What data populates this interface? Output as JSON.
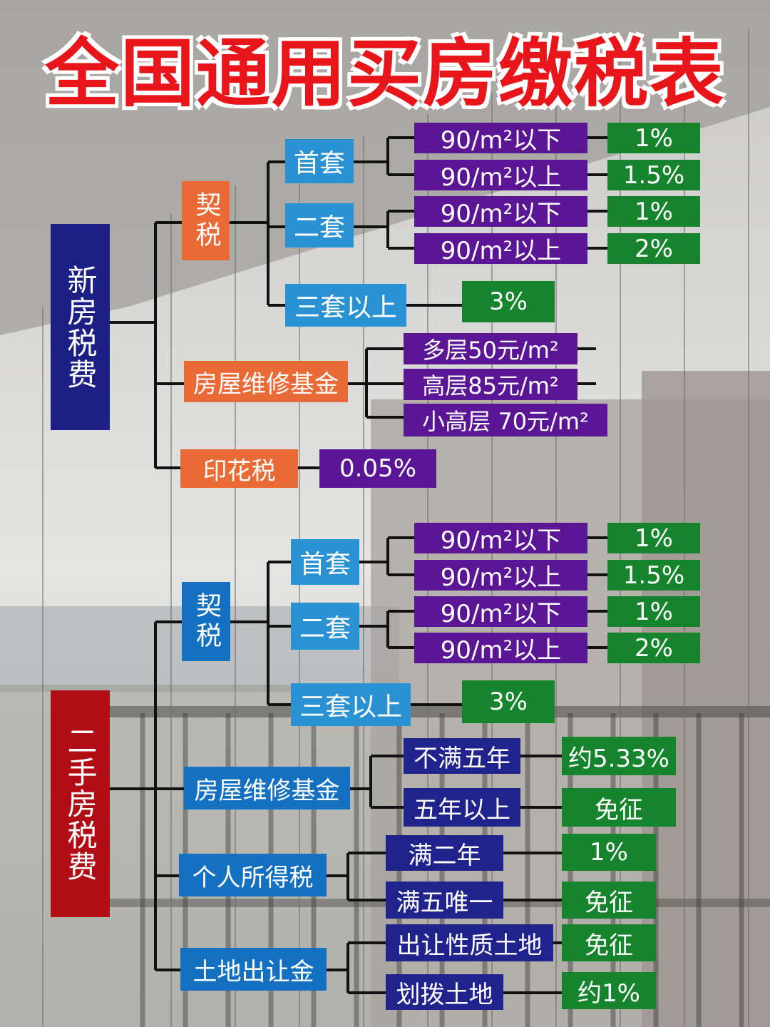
{
  "title": "全国通用买房缴税表",
  "colors": {
    "title": "#e8161b",
    "category_new": "#1c1f84",
    "category_second": "#b10d15",
    "level1_new": "#ea6a35",
    "level1_second": "#1470c1",
    "level2": "#2a92d2",
    "range": "#5b1696",
    "rate": "#15842d",
    "condition": "#21238d"
  },
  "new_house": {
    "label": "新房税费",
    "deed_tax": {
      "label": "契税",
      "first": {
        "label": "首套",
        "items": [
          {
            "range": "90/m²以下",
            "rate": "1%"
          },
          {
            "range": "90/m²以上",
            "rate": "1.5%"
          }
        ]
      },
      "second": {
        "label": "二套",
        "items": [
          {
            "range": "90/m²以下",
            "rate": "1%"
          },
          {
            "range": "90/m²以上",
            "rate": "2%"
          }
        ]
      },
      "third_plus": {
        "label": "三套以上",
        "rate": "3%"
      }
    },
    "maintenance_fund": {
      "label": "房屋维修基金",
      "items": [
        "多层50元/m²",
        "高层85元/m²",
        "小高层 70元/m²"
      ]
    },
    "stamp_tax": {
      "label": "印花税",
      "rate": "0.05%"
    }
  },
  "second_house": {
    "label": "二手房税费",
    "deed_tax": {
      "label": "契税",
      "first": {
        "label": "首套",
        "items": [
          {
            "range": "90/m²以下",
            "rate": "1%"
          },
          {
            "range": "90/m²以上",
            "rate": "1.5%"
          }
        ]
      },
      "second": {
        "label": "二套",
        "items": [
          {
            "range": "90/m²以下",
            "rate": "1%"
          },
          {
            "range": "90/m²以上",
            "rate": "2%"
          }
        ]
      },
      "third_plus": {
        "label": "三套以上",
        "rate": "3%"
      }
    },
    "maintenance_fund": {
      "label": "房屋维修基金",
      "items": [
        {
          "condition": "不满五年",
          "rate": "约5.33%"
        },
        {
          "condition": "五年以上",
          "rate": "免征"
        }
      ]
    },
    "income_tax": {
      "label": "个人所得税",
      "items": [
        {
          "condition": "满二年",
          "rate": "1%"
        },
        {
          "condition": "满五唯一",
          "rate": "免征"
        }
      ]
    },
    "land_fee": {
      "label": "土地出让金",
      "items": [
        {
          "condition": "出让性质土地",
          "rate": "免征"
        },
        {
          "condition": "划拨土地",
          "rate": "约1%"
        }
      ]
    }
  }
}
